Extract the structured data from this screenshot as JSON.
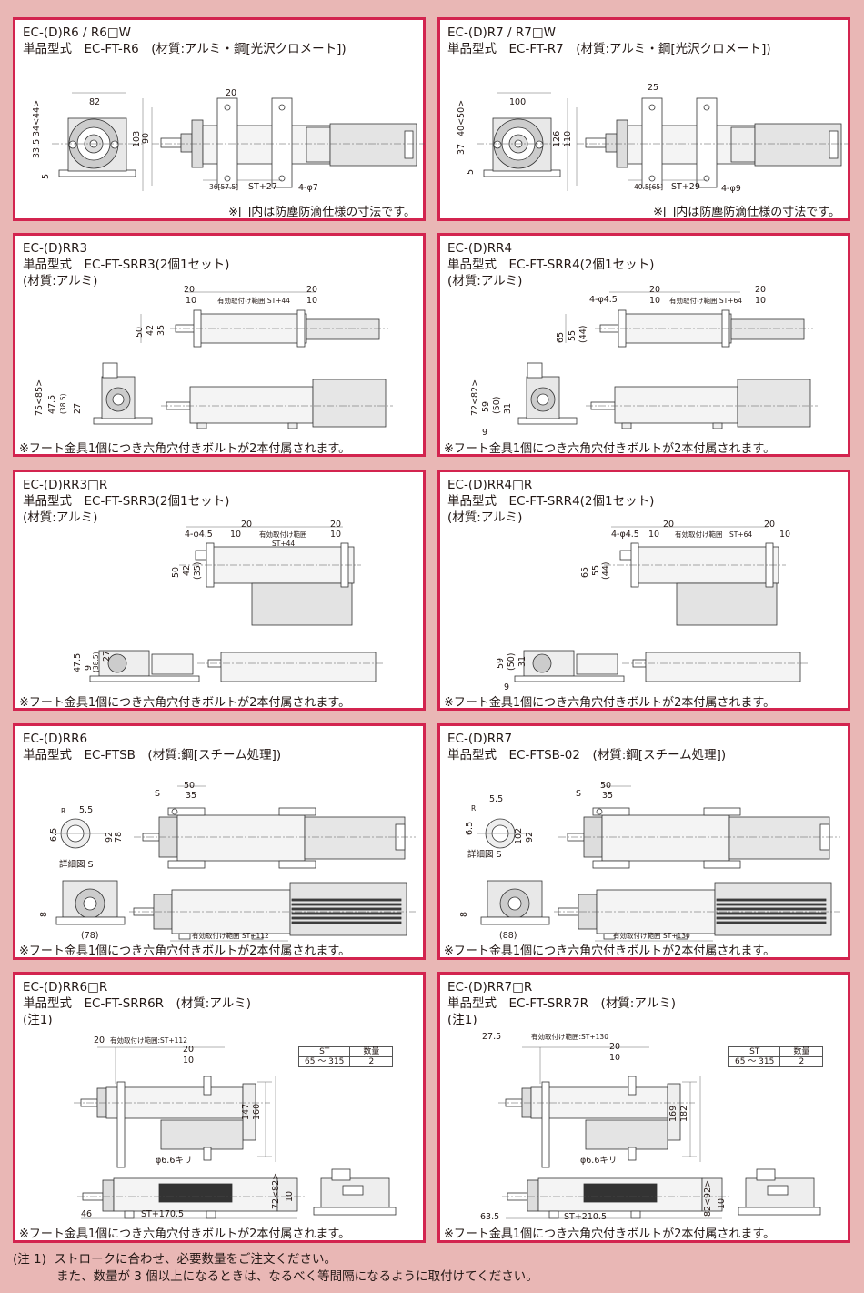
{
  "panels": [
    {
      "lines": [
        "EC-(D)R6 / R6□W",
        "単品型式　EC-FT-R6　(材質:アルミ・鋼[光沢クロメート])"
      ],
      "dims": [
        "82",
        "20",
        "34<44>",
        "33.5",
        "5",
        "103",
        "90",
        "36[57.5]",
        "ST+27",
        "4-φ7"
      ],
      "note": "※[ ]内は防塵防滴仕様の寸法です。"
    },
    {
      "lines": [
        "EC-(D)R7 / R7□W",
        "単品型式　EC-FT-R7　(材質:アルミ・鋼[光沢クロメート])"
      ],
      "dims": [
        "100",
        "25",
        "40<50>",
        "37",
        "5",
        "126",
        "110",
        "40.5[65]",
        "ST+29",
        "4-φ9"
      ],
      "note": "※[ ]内は防塵防滴仕様の寸法です。"
    },
    {
      "lines": [
        "EC-(D)RR3",
        "単品型式　EC-FT-SRR3(2個1セット)",
        "(材質:アルミ)"
      ],
      "dims": [
        "20",
        "10",
        "有効取付け範囲 ST+44",
        "20",
        "10",
        "50",
        "42",
        "35",
        "75<85>",
        "47.5",
        "(38.5)",
        "27"
      ],
      "note": "※フート金具1個につき六角穴付きボルトが2本付属されます。"
    },
    {
      "lines": [
        "EC-(D)RR4",
        "単品型式　EC-FT-SRR4(2個1セット)",
        "(材質:アルミ)"
      ],
      "dims": [
        "4-φ4.5",
        "20",
        "10",
        "有効取付け範囲 ST+64",
        "20",
        "10",
        "65",
        "55",
        "(44)",
        "72<82>",
        "59",
        "(50)",
        "31",
        "9"
      ],
      "note": "※フート金具1個につき六角穴付きボルトが2本付属されます。"
    },
    {
      "lines": [
        "EC-(D)RR3□R",
        "単品型式　EC-FT-SRR3(2個1セット)",
        "(材質:アルミ)"
      ],
      "dims": [
        "4-φ4.5",
        "20",
        "10",
        "有効取付け範囲",
        "ST+44",
        "20",
        "10",
        "50",
        "42",
        "(35)",
        "47.5",
        "9",
        "(38.5)",
        "27"
      ],
      "note": "※フート金具1個につき六角穴付きボルトが2本付属されます。"
    },
    {
      "lines": [
        "EC-(D)RR4□R",
        "単品型式　EC-FT-SRR4(2個1セット)",
        "(材質:アルミ)"
      ],
      "dims": [
        "4-φ4.5",
        "20",
        "10",
        "有効取付け範囲　ST+64",
        "20",
        "10",
        "65",
        "55",
        "(44)",
        "59",
        "(50)",
        "31",
        "9"
      ],
      "note": "※フート金具1個につき六角穴付きボルトが2本付属されます。"
    },
    {
      "lines": [
        "EC-(D)RR6",
        "単品型式　EC-FTSB　(材質:鋼[スチーム処理])"
      ],
      "dims": [
        "S",
        "50",
        "35",
        "R",
        "5.5",
        "6.5",
        "詳細図 S",
        "92",
        "78",
        "8",
        "(78)",
        "有効取付け範囲 ST+112"
      ],
      "note": "※フート金具1個につき六角穴付きボルトが2本付属されます。"
    },
    {
      "lines": [
        "EC-(D)RR7",
        "単品型式　EC-FTSB-02　(材質:鋼[スチーム処理])"
      ],
      "dims": [
        "S",
        "50",
        "35",
        "R",
        "5.5",
        "6.5",
        "詳細図 S",
        "102",
        "92",
        "8",
        "(88)",
        "有効取付け範囲 ST+130"
      ],
      "note": "※フート金具1個につき六角穴付きボルトが2本付属されます。"
    },
    {
      "lines": [
        "EC-(D)RR6□R",
        "単品型式　EC-FT-SRR6R　(材質:アルミ)",
        "(注1)"
      ],
      "dims": [
        "20",
        "有効取付け範囲:ST+112",
        "20",
        "10",
        "147",
        "160",
        "φ6.6キリ",
        "72<82>",
        "10",
        "46",
        "ST+170.5"
      ],
      "table": {
        "headers": [
          "ST",
          "数量"
        ],
        "row": [
          "65 ～ 315",
          "2"
        ]
      },
      "note": "※フート金具1個につき六角穴付きボルトが2本付属されます。"
    },
    {
      "lines": [
        "EC-(D)RR7□R",
        "単品型式　EC-FT-SRR7R　(材質:アルミ)",
        "(注1)"
      ],
      "dims": [
        "27.5",
        "有効取付け範囲:ST+130",
        "20",
        "10",
        "169",
        "182",
        "φ6.6キリ",
        "82<92>",
        "10",
        "63.5",
        "ST+210.5"
      ],
      "table": {
        "headers": [
          "ST",
          "数量"
        ],
        "row": [
          "65 ～ 315",
          "2"
        ]
      },
      "note": "※フート金具1個につき六角穴付きボルトが2本付属されます。"
    }
  ],
  "footnote": {
    "line1": "(注 1)  ストロークに合わせ、必要数量をご注文ください。",
    "line2": "また、数量が 3 個以上になるときは、なるべく等間隔になるように取付けてください。"
  },
  "colors": {
    "background": "#e9b7b5",
    "border": "#d3244f"
  }
}
